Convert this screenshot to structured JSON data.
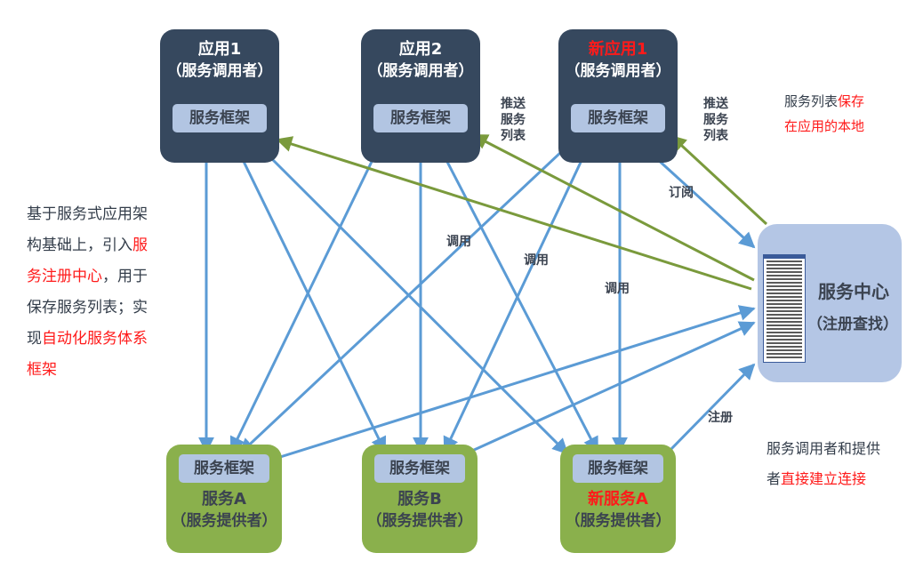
{
  "consumers": [
    {
      "name": "应用1",
      "role": "（服务调用者）",
      "framework": "服务框架"
    },
    {
      "name": "应用2",
      "role": "（服务调用者）",
      "framework": "服务框架"
    },
    {
      "name": "新应用1",
      "role": "（服务调用者）",
      "framework": "服务框架"
    }
  ],
  "providers": [
    {
      "name": "服务A",
      "role": "（服务提供者）",
      "framework": "服务框架"
    },
    {
      "name": "服务B",
      "role": "（服务提供者）",
      "framework": "服务框架"
    },
    {
      "name": "新服务A",
      "role": "（服务提供者）",
      "framework": "服务框架"
    }
  ],
  "registry": {
    "title": "服务中心",
    "subtitle": "（注册查找）"
  },
  "edge_labels": {
    "push1": [
      "推送",
      "服务",
      "列表"
    ],
    "push2": [
      "推送",
      "服务",
      "列表"
    ],
    "subscribe": "订阅",
    "call1": "调用",
    "call2": "调用",
    "call3": "调用",
    "register": "注册"
  },
  "notes": {
    "left": [
      [
        {
          "t": "基于服务式应用架"
        }
      ],
      [
        {
          "t": "构基础上，引入"
        },
        {
          "t": "服",
          "red": true
        }
      ],
      [
        {
          "t": "务注册中心",
          "red": true
        },
        {
          "t": "，用于"
        }
      ],
      [
        {
          "t": "保存服务列表；实"
        }
      ],
      [
        {
          "t": "现"
        },
        {
          "t": "自动化服务体系",
          "red": true
        }
      ],
      [
        {
          "t": "框架",
          "red": true
        }
      ]
    ],
    "top_right": [
      [
        {
          "t": "服务列表"
        },
        {
          "t": "保存",
          "red": true
        }
      ],
      [
        {
          "t": "在应用的本地",
          "red": true
        }
      ]
    ],
    "bottom_right": [
      [
        {
          "t": "服务调用者和提供"
        }
      ],
      [
        {
          "t": "者"
        },
        {
          "t": "直接建立连接",
          "red": true
        }
      ]
    ]
  },
  "colors": {
    "call": "#5b9bd5",
    "push": "#7a9a3c",
    "app_box": "#36485e",
    "provider_box": "#8ab04c",
    "registry": "#b4c6e5",
    "highlight": "#ff1a1a"
  }
}
